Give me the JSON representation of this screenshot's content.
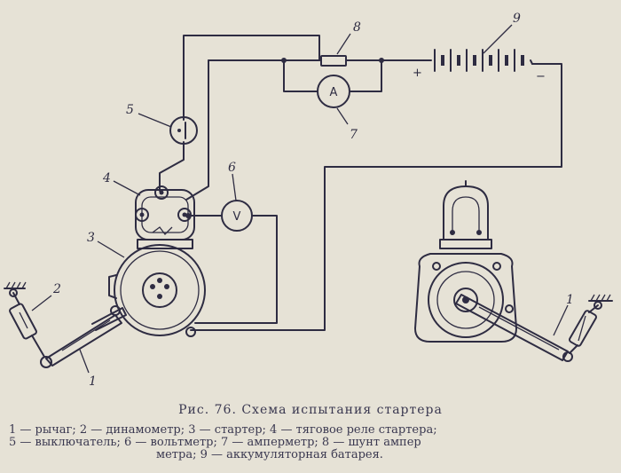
{
  "figure": {
    "caption": "Рис. 76. Схема испытания стартера",
    "legend_lines": [
      "1 — рычаг; 2 — динамометр; 3 — стартер; 4 — тяговое реле стартера;",
      "5 — выключатель; 6 — вольтметр; 7 — амперметр; 8 — шунт ампер",
      "метра; 9 — аккумуляторная батарея."
    ],
    "meters": {
      "ammeter": "A",
      "voltmeter": "V"
    },
    "battery_polarity": {
      "plus": "+",
      "minus": "−"
    },
    "callouts": {
      "n1_left": "1",
      "n1_right": "1",
      "n2": "2",
      "n3": "3",
      "n4": "4",
      "n5": "5",
      "n6": "6",
      "n7": "7",
      "n8": "8",
      "n9": "9"
    }
  }
}
